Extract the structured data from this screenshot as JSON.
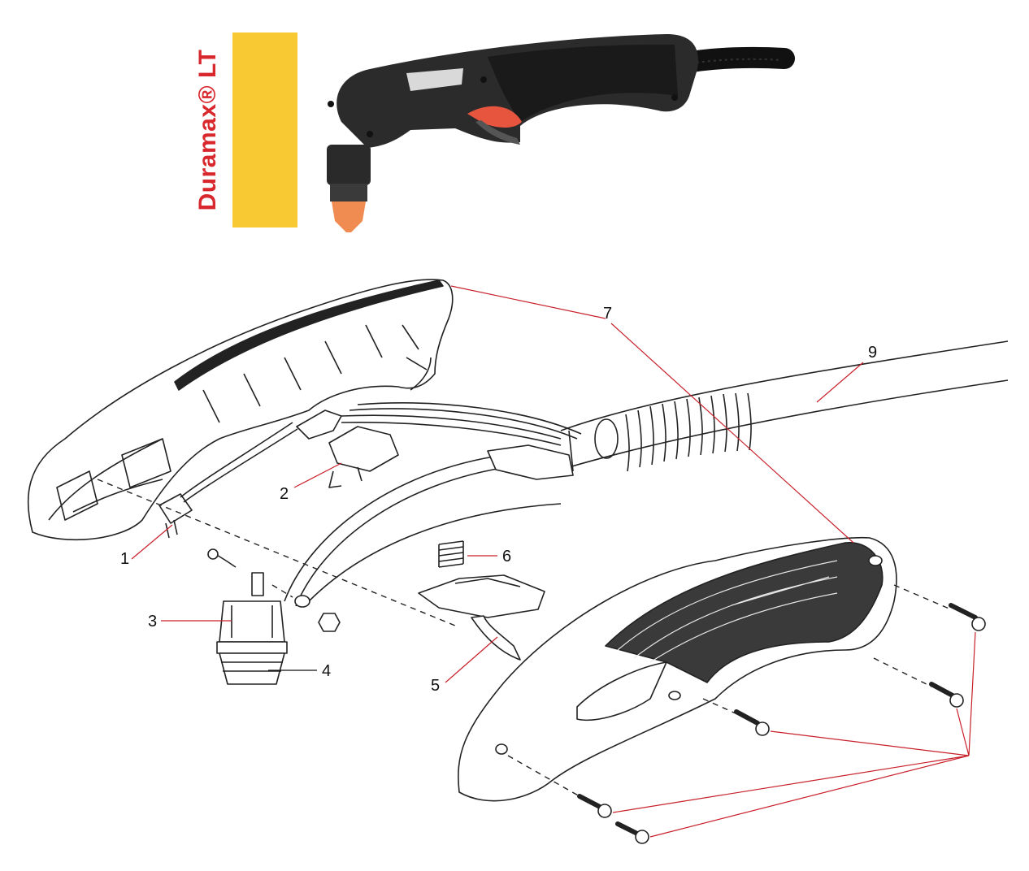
{
  "brand": {
    "name": "Duramax® LT",
    "bar_color": "#f9c934",
    "text_color": "#d8282e"
  },
  "callouts": [
    {
      "id": "1",
      "label": "1"
    },
    {
      "id": "2",
      "label": "2"
    },
    {
      "id": "3",
      "label": "3"
    },
    {
      "id": "4",
      "label": "4"
    },
    {
      "id": "5",
      "label": "5"
    },
    {
      "id": "6",
      "label": "6"
    },
    {
      "id": "7",
      "label": "7"
    },
    {
      "id": "9",
      "label": "9"
    }
  ],
  "colors": {
    "leader_red": "#c8202a",
    "leader_black": "#111111",
    "line_art": "#222222",
    "torch_body": "#2b2b2b",
    "trigger": "#e8553f",
    "nozzle": "#f08c52"
  },
  "icons": {
    "hero": "plasma-torch-photo",
    "exploded": "torch-exploded-view"
  }
}
